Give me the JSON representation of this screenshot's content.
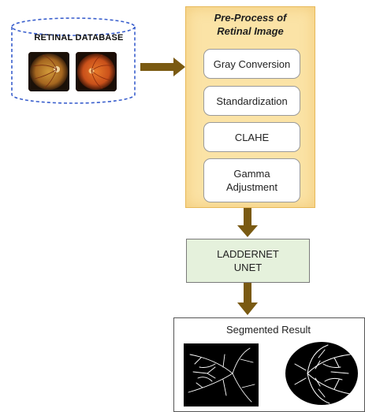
{
  "database": {
    "title": "RETINAL DATABASE"
  },
  "preprocess": {
    "title_line1": "Pre-Process of",
    "title_line2": "Retinal Image",
    "steps": [
      {
        "label": "Gray Conversion"
      },
      {
        "label": "Standardization"
      },
      {
        "label": "CLAHE"
      },
      {
        "label_line1": "Gamma",
        "label_line2": "Adjustment"
      }
    ]
  },
  "model": {
    "line1": "LADDERNET",
    "line2": "UNET"
  },
  "result": {
    "title": "Segmented Result"
  },
  "colors": {
    "panel": "#fbe3a6",
    "model": "#e5f1dc",
    "arrow": "#7a5a12",
    "database_outline": "#3a5fcd"
  }
}
